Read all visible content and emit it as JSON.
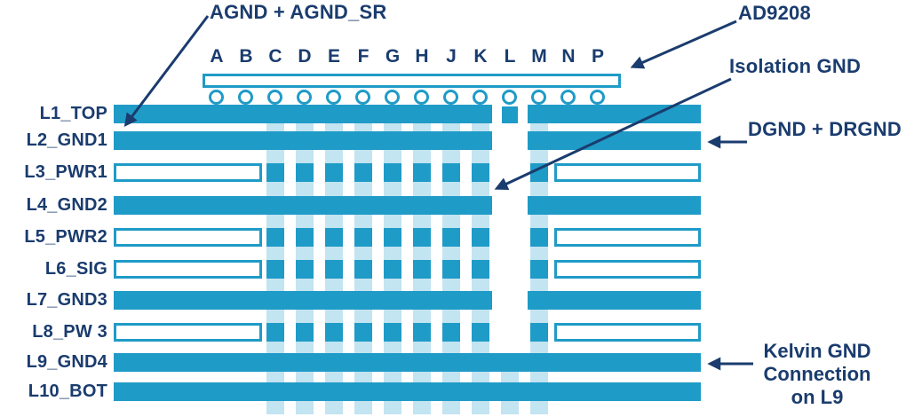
{
  "colors": {
    "teal": "#1F9BC7",
    "pale": "#C3E4F1",
    "navy": "#1A3C6E",
    "background": "#FFFFFF"
  },
  "annotations": {
    "agnd": "AGND + AGND_SR",
    "chip": "AD9208",
    "isolation": "Isolation GND",
    "dgnd": "DGND + DRGND",
    "kelvin": {
      "line1": "Kelvin GND",
      "line2": "Connection",
      "line3": "on L9"
    }
  },
  "diagram": {
    "ball_letters": [
      "A",
      "B",
      "C",
      "D",
      "E",
      "F",
      "G",
      "H",
      "J",
      "K",
      "L",
      "M",
      "N",
      "P"
    ],
    "via_columns": [
      "C",
      "D",
      "E",
      "F",
      "G",
      "H",
      "J",
      "K",
      "M"
    ],
    "kelvin_via_column": "L",
    "layers": [
      {
        "label": "L1_TOP",
        "kind": "gnd-moat-island"
      },
      {
        "label": "L2_GND1",
        "kind": "gnd-moat"
      },
      {
        "label": "L3_PWR1",
        "kind": "pwr"
      },
      {
        "label": "L4_GND2",
        "kind": "gnd-moat"
      },
      {
        "label": "L5_PWR2",
        "kind": "pwr"
      },
      {
        "label": "L6_SIG",
        "kind": "pwr"
      },
      {
        "label": "L7_GND3",
        "kind": "gnd-moat"
      },
      {
        "label": "L8_PW 3",
        "kind": "pwr"
      },
      {
        "label": "L9_GND4",
        "kind": "gnd-full"
      },
      {
        "label": "L10_BOT",
        "kind": "gnd-full"
      }
    ]
  }
}
